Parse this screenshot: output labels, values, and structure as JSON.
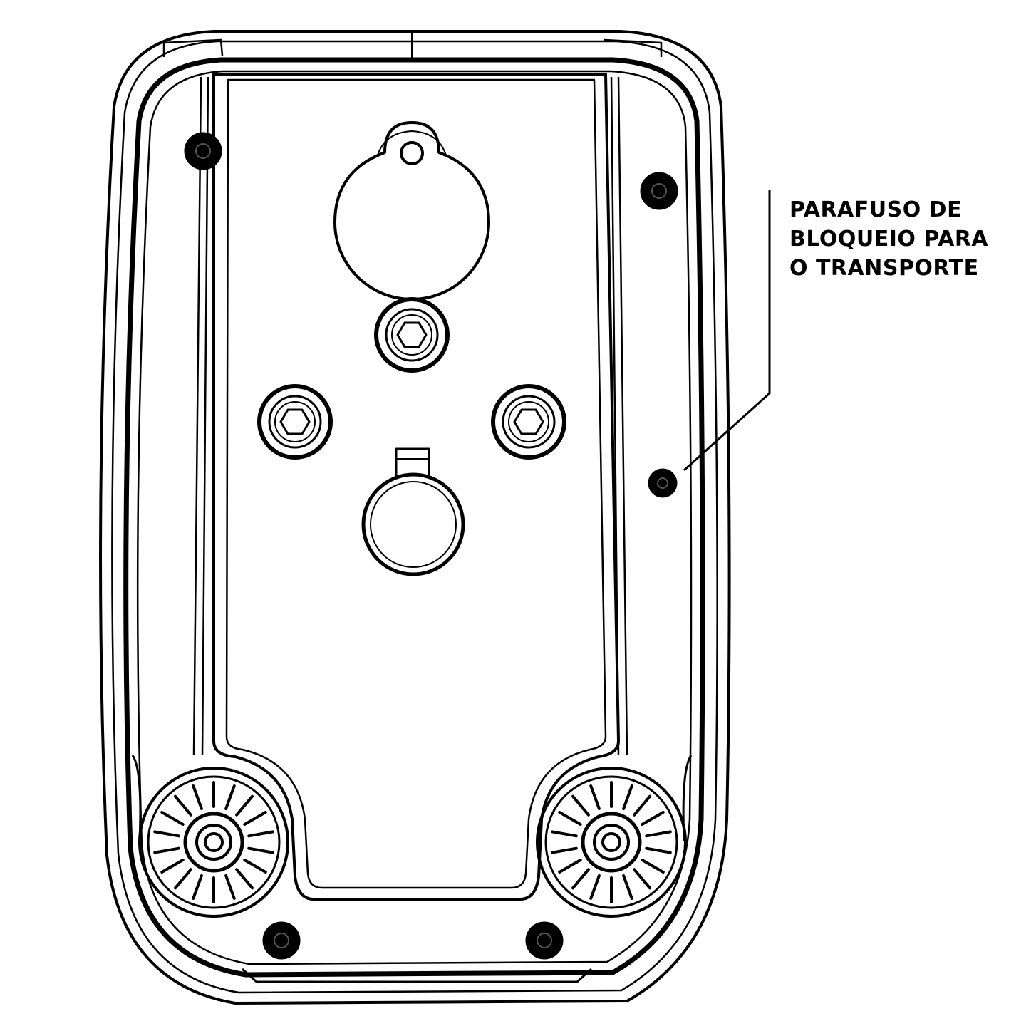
{
  "callout": {
    "lines": [
      "PARAFUSO DE",
      "BLOQUEIO PARA",
      "O TRANSPORTE"
    ]
  },
  "colors": {
    "line": "#000000",
    "background": "#ffffff"
  }
}
